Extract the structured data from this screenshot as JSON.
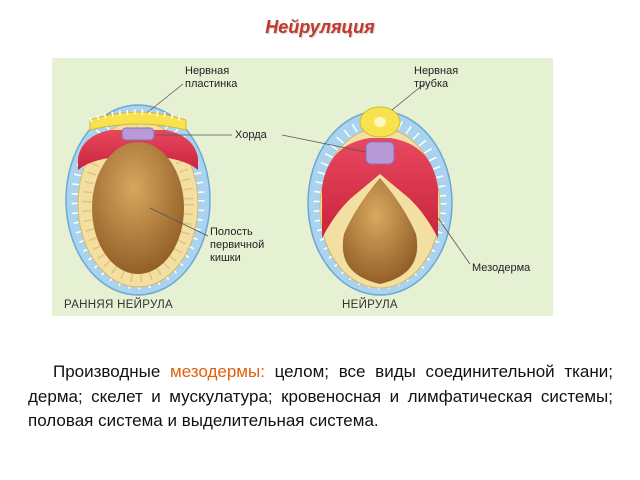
{
  "title": "Нейруляция",
  "figure": {
    "labels": {
      "neural_plate_1": "Нервная",
      "neural_plate_2": "пластинка",
      "neural_tube_1": "Нервная",
      "neural_tube_2": "трубка",
      "notochord": "Хорда",
      "cavity_1": "Полость",
      "cavity_2": "первичной",
      "cavity_3": "кишки",
      "mesoderm": "Мезодерма"
    },
    "captions": {
      "early": "РАННЯЯ НЕЙРУЛА",
      "neurula": "НЕЙРУЛА"
    }
  },
  "paragraph": {
    "lead": "Производные",
    "highlight": "мезодермы:",
    "rest": " целом; все виды соединительной ткани; дерма; скелет и мускулатура; кровеносная и лимфатическая системы; половая система и выделительная система."
  },
  "colors": {
    "title": "#c0392b",
    "highlight": "#e0600a",
    "figure_bg": "#e6f0d3",
    "ectoderm": "#a9d3ee",
    "endoderm": "#f3dfa1",
    "mesoderm": "#d9344f",
    "notochord": "#b79ad6",
    "neural": "#f7e24f",
    "cavity": "#b07a35"
  }
}
